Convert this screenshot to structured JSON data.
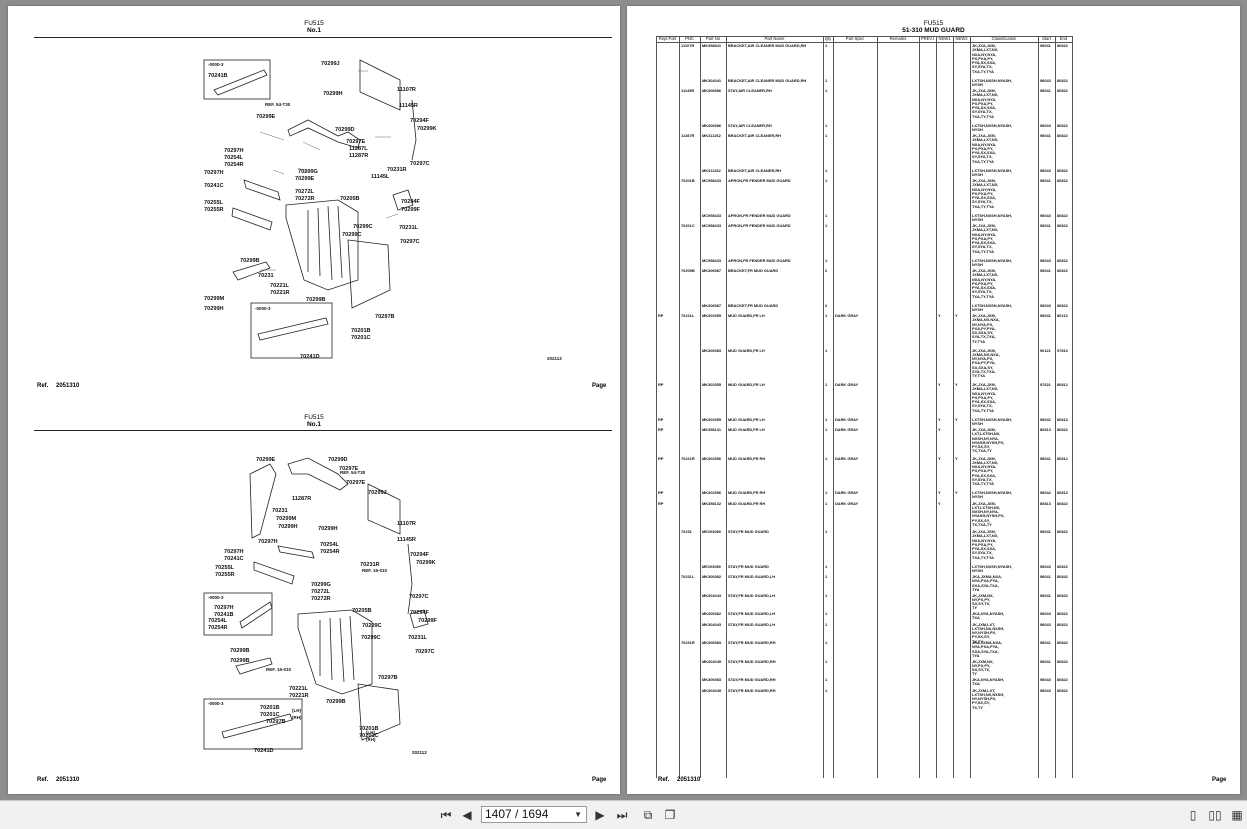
{
  "left_page": {
    "top_panel": {
      "model": "FU515",
      "sheet": "No.1",
      "footer_ref": "Ref.",
      "footer_code": "2051310",
      "footer_page": "Page",
      "inset_note": "-0000-3",
      "ref_note": "REF. 54-T30",
      "inset_note2": "-0000-3",
      "drawing_no": "202113",
      "labels": [
        "70299J",
        "70241B",
        "11107R",
        "70299H",
        "11145R",
        "70299E",
        "70299D",
        "70294F",
        "70299K",
        "70297E",
        "11287L",
        "11287R",
        "70297H",
        "70254L",
        "70254R",
        "70299G",
        "70297C",
        "70297H",
        "70299E",
        "11145L",
        "70231R",
        "70241C",
        "70272L",
        "70272R",
        "70205B",
        "70294F",
        "70299F",
        "70255L",
        "70255R",
        "70299C",
        "70299C",
        "70231L",
        "70297C",
        "70299B",
        "70231",
        "70221L",
        "70221R",
        "70299M",
        "70299B",
        "70299H",
        "70297B",
        "70201B",
        "70201C",
        "70241D"
      ]
    },
    "bottom_panel": {
      "model": "FU515",
      "sheet": "No.1",
      "footer_ref": "Ref.",
      "footer_code": "2051310",
      "footer_page": "Page",
      "ref_note_a": "REF. 54-T30",
      "ref_note_b": "REF. 15-010",
      "ref_note_c": "REF. 15-010",
      "inset_note": "-0000-3",
      "inset_note2": "-0000-3",
      "drawing_no": "202112",
      "labels": [
        "70299E",
        "70299D",
        "70297E",
        "70297E",
        "70299J",
        "11287R",
        "70231",
        "70299M",
        "70299H",
        "11107R",
        "70299H",
        "11145R",
        "70297H",
        "70254L",
        "70254R",
        "70297H",
        "70241C",
        "70231R",
        "70294F",
        "70299K",
        "70255L",
        "70255R",
        "70299G",
        "70272L",
        "70272R",
        "70297C",
        "70297H",
        "70241B",
        "70254L",
        "70254R",
        "70205B",
        "70294F",
        "70299F",
        "70299C",
        "70299C",
        "70231L",
        "70297C",
        "70299B",
        "70299B",
        "70297B",
        "70221L",
        "70221R",
        "70299B",
        "70201B",
        "70201C",
        "70297B",
        "70201B",
        "70201C",
        "70241D"
      ],
      "side_tags": [
        "(LH)",
        "(RH)",
        "(LH)",
        "(RH)"
      ]
    }
  },
  "right_page": {
    "model": "FU515",
    "title": "51-310 MUD GUARD",
    "footer_ref": "Ref.",
    "footer_code": "2051310",
    "footer_page": "Page",
    "columns": [
      "Repl Part",
      "PNC",
      "Part No",
      "Part Name",
      "Qty",
      "Part Spec",
      "Remarks",
      "PREV.I",
      "NEW1",
      "NEW2",
      "Classification",
      "Start",
      "End"
    ],
    "rows": [
      {
        "repl": "",
        "pnc": "11107R",
        "part_no": "MK358841",
        "name": "BRACKET,AIR CLEANER MUD GUARD,RH",
        "qty": "1",
        "spec": "",
        "prev": "",
        "new1": "",
        "new2": "",
        "cls": "JK,JXA,JXM,\nJXMA,LXT,NX,\nNXA,NY,NYA,\nPX,PXA,PY,\nPYA,SX,SXA,\nSY,SYA,TX,\nTXA,TY,TYA",
        "start": "98041",
        "end": "80822"
      },
      {
        "repl": "",
        "pnc": "",
        "part_no": "MK304041",
        "name": "BRACKET,AIR CLEANER MUD GUARD,RH",
        "qty": "1",
        "spec": "",
        "prev": "",
        "new1": "",
        "new2": "",
        "cls": "LXTSH,NXSH,NYASH,\nNYSH",
        "start": "98043",
        "end": "80822"
      },
      {
        "repl": "",
        "pnc": "11145R",
        "part_no": "MK306986",
        "name": "STAY,AIR CLEANER,RH",
        "qty": "1",
        "spec": "",
        "prev": "",
        "new1": "",
        "new2": "",
        "cls": "JK,JXA,JXM,\nJXMA,LXT,NX,\nNXA,NY,NYA,\nPX,PXA,PY,\nPYA,SX,SXA,\nSY,SYA,TX,\nTXA,TY,TYA",
        "start": "98041",
        "end": "80822"
      },
      {
        "repl": "",
        "pnc": "",
        "part_no": "MK306986",
        "name": "STAY,AIR CLEANER,RH",
        "qty": "1",
        "spec": "",
        "prev": "",
        "new1": "",
        "new2": "",
        "cls": "LXTSH,NXSH,NYASH,\nNYSH",
        "start": "98043",
        "end": "80822"
      },
      {
        "repl": "",
        "pnc": "11287R",
        "part_no": "MK311262",
        "name": "BRACKET,AIR CLEANER,RH",
        "qty": "1",
        "spec": "",
        "prev": "",
        "new1": "",
        "new2": "",
        "cls": "JK,JXA,JXM,\nJXMA,LXT,NX,\nNXA,NY,NYA,\nPX,PXA,PY,\nPYA,SX,SXA,\nSY,SYA,TX,\nTXA,TY,TYA",
        "start": "98041",
        "end": "80822"
      },
      {
        "repl": "",
        "pnc": "",
        "part_no": "MK311262",
        "name": "BRACKET,AIR CLEANER,RH",
        "qty": "1",
        "spec": "",
        "prev": "",
        "new1": "",
        "new2": "",
        "cls": "LXTSH,NXSH,NYASH,\nNYSH",
        "start": "98043",
        "end": "80822"
      },
      {
        "repl": "",
        "pnc": "70201B",
        "part_no": "MC958433",
        "name": "APRON,FR FENDER MUD GUARD",
        "qty": "1",
        "spec": "",
        "prev": "",
        "new1": "",
        "new2": "",
        "cls": "JK,JXA,JXM,\nJXMA,LXT,NX,\nNXA,NY,NYA,\nPX,PXA,PY,\nPYA,SX,SXA,\nSY,SYA,TX,\nTXA,TY,TYA",
        "start": "98041",
        "end": "80822"
      },
      {
        "repl": "",
        "pnc": "",
        "part_no": "MC958433",
        "name": "APRON,FR FENDER MUD GUARD",
        "qty": "1",
        "spec": "",
        "prev": "",
        "new1": "",
        "new2": "",
        "cls": "LXTSH,NXSH,NYASH,\nNYSH",
        "start": "98043",
        "end": "80822"
      },
      {
        "repl": "",
        "pnc": "70201C",
        "part_no": "MC958433",
        "name": "APRON,FR FENDER MUD GUARD",
        "qty": "1",
        "spec": "",
        "prev": "",
        "new1": "",
        "new2": "",
        "cls": "JK,JXA,JXM,\nJXMA,LXT,NX,\nNXA,NY,NYA,\nPX,PXA,PY,\nPYA,SX,SXA,\nSY,SYA,TX,\nTXA,TY,TYA",
        "start": "98041",
        "end": "80822"
      },
      {
        "repl": "",
        "pnc": "",
        "part_no": "MC958433",
        "name": "APRON,FR FENDER MUD GUARD",
        "qty": "1",
        "spec": "",
        "prev": "",
        "new1": "",
        "new2": "",
        "cls": "LXTSH,NXSH,NYASH,\nNYSH",
        "start": "98043",
        "end": "80822"
      },
      {
        "repl": "",
        "pnc": "70205B",
        "part_no": "MK306987",
        "name": "BRACKET,FR MUD GUARD",
        "qty": "2",
        "spec": "",
        "prev": "",
        "new1": "",
        "new2": "",
        "cls": "JK,JXA,JXM,\nJXMA,LXT,NX,\nNXA,NY,NYA,\nPX,PXA,PY,\nPYA,SX,SXA,\nSY,SYA,TX,\nTXA,TY,TYA",
        "start": "98041",
        "end": "80822"
      },
      {
        "repl": "",
        "pnc": "",
        "part_no": "MK306987",
        "name": "BRACKET,FR MUD GUARD",
        "qty": "2",
        "spec": "",
        "prev": "",
        "new1": "",
        "new2": "",
        "cls": "LXTSH,NXSH,NYASH,\nNYSH",
        "start": "98043",
        "end": "80822"
      },
      {
        "repl": "RP",
        "pnc": "70221L",
        "part_no": "MK302555",
        "name": "MUD GUARD,FR LH",
        "qty": "1",
        "spec": "DARK GRAY",
        "prev": "",
        "new1": "Y",
        "new2": "Y",
        "cls": "JK,JXA,JXM,\nJXMA,NX,NXA,\nNY,NYA,PX,\nPXA,PY,PYA,\nSX,SXA,SY,\nSYA,TX,TXA,\nTY,TYA",
        "start": "98041",
        "end": "80113"
      },
      {
        "repl": "",
        "pnc": "",
        "part_no": "MK306983",
        "name": "MUD GUARD,FR LH",
        "qty": "1",
        "spec": "",
        "prev": "",
        "new1": "",
        "new2": "",
        "cls": "JK,JXA,JXM,\nJXMA,NX,NXA,\nNY,NYA,PX,\nPXA,PY,PYA,\nSX,SXA,SY,\nSYA,TX,TXA,\nTY,TYA",
        "start": "96121",
        "end": "97813"
      },
      {
        "repl": "RP",
        "pnc": "",
        "part_no": "MK302555",
        "name": "MUD GUARD,FR LH",
        "qty": "1",
        "spec": "DARK GRAY",
        "prev": "",
        "new1": "Y",
        "new2": "Y",
        "cls": "JK,JXA,JXM,\nJXMA,LXT,NX,\nNXA,NY,NYA,\nPX,PXA,PY,\nPYA,SX,SXA,\nSY,SYA,TX,\nTXA,TY,TYA",
        "start": "97621",
        "end": "80812"
      },
      {
        "repl": "RP",
        "pnc": "",
        "part_no": "MK302555",
        "name": "MUD GUARD,FR LH",
        "qty": "1",
        "spec": "DARK GRAY",
        "prev": "",
        "new1": "Y",
        "new2": "Y",
        "cls": "LXTSH,NXSH,NYASH,\nNYSH",
        "start": "98042",
        "end": "80813"
      },
      {
        "repl": "RP",
        "pnc": "",
        "part_no": "MK358131",
        "name": "MUD GUARD,FR LH",
        "qty": "1",
        "spec": "DARK GRAY",
        "prev": "",
        "new1": "Y",
        "new2": "",
        "cls": "JK,JXA,JXM,\nLXT,LXTSH,NX,\nNXSH,NY,NYA,\nNYASH,NYSH,PX,\nPY,SX,SY,\nTX,TXA,TY",
        "start": "80813",
        "end": "80822"
      },
      {
        "repl": "RP",
        "pnc": "70221R",
        "part_no": "MK302556",
        "name": "MUD GUARD,FR RH",
        "qty": "1",
        "spec": "DARK GRAY",
        "prev": "",
        "new1": "Y",
        "new2": "Y",
        "cls": "JK,JXA,JXM,\nJXMA,LXT,NX,\nNXA,NY,NYA,\nPX,PXA,PY,\nPYA,SX,SXA,\nSY,SYA,TX,\nTXA,TY,TYA",
        "start": "98041",
        "end": "80812"
      },
      {
        "repl": "RP",
        "pnc": "",
        "part_no": "MK302556",
        "name": "MUD GUARD,FR RH",
        "qty": "1",
        "spec": "DARK GRAY",
        "prev": "",
        "new1": "Y",
        "new2": "Y",
        "cls": "LXTSH,NXSH,NYASH,\nNYSH",
        "start": "98042",
        "end": "80813"
      },
      {
        "repl": "RP",
        "pnc": "",
        "part_no": "MK358132",
        "name": "MUD GUARD,FR RH",
        "qty": "1",
        "spec": "DARK GRAY",
        "prev": "",
        "new1": "Y",
        "new2": "",
        "cls": "JK,JXA,JXM,\nLXT,LXTSH,NX,\nNXSH,NY,NYA,\nNYASH,NYSH,PX,\nPY,SX,SY,\nTX,TXA,TY",
        "start": "80813",
        "end": "80822"
      },
      {
        "repl": "",
        "pnc": "70231",
        "part_no": "ME203089",
        "name": "STAY,FR MUD GUARD",
        "qty": "1",
        "spec": "",
        "prev": "",
        "new1": "",
        "new2": "",
        "cls": "JK,JXA,JXM,\nJXMA,LXT,NX,\nNXA,NY,NYA,\nPX,PXA,PY,\nPYA,SX,SXA,\nSY,SYA,TX,\nTXA,TY,TYA",
        "start": "98041",
        "end": "80822"
      },
      {
        "repl": "",
        "pnc": "",
        "part_no": "ME203089",
        "name": "STAY,FR MUD GUARD",
        "qty": "1",
        "spec": "",
        "prev": "",
        "new1": "",
        "new2": "",
        "cls": "LXTSH,NXSH,NYASH,\nNYSH",
        "start": "98043",
        "end": "80822"
      },
      {
        "repl": "",
        "pnc": "70231L",
        "part_no": "MK306982",
        "name": "STAY,FR MUD GUARD,LH",
        "qty": "1",
        "spec": "",
        "prev": "",
        "new1": "",
        "new2": "",
        "cls": "JKA,JXMA,NXA,\nNYA,PXA,PYA,\nSXA,SYA,TXA,\nTYA",
        "start": "98041",
        "end": "80842"
      },
      {
        "repl": "",
        "pnc": "",
        "part_no": "MK304043",
        "name": "STAY,FR MUD GUARD,LH",
        "qty": "1",
        "spec": "",
        "prev": "",
        "new1": "",
        "new2": "",
        "cls": "JK,JXM,NX,\nNY,PX,PY,\nSX,SY,TX,\nTY",
        "start": "98041",
        "end": "80842"
      },
      {
        "repl": "",
        "pnc": "",
        "part_no": "MK306982",
        "name": "STAY,FR MUD GUARD,LH",
        "qty": "1",
        "spec": "",
        "prev": "",
        "new1": "",
        "new2": "",
        "cls": "JKA,NYA,NYASH,\nTXA",
        "start": "98043",
        "end": "80822"
      },
      {
        "repl": "",
        "pnc": "",
        "part_no": "MK304043",
        "name": "STAY,FR MUD GUARD,LH",
        "qty": "1",
        "spec": "",
        "prev": "",
        "new1": "",
        "new2": "",
        "cls": "JK,JXM,LXT,\nLXTSH,NX,NXSH,\nNY,NYSH,PX,\nPY,SX,SY,\nTX,TY",
        "start": "98043",
        "end": "80822"
      },
      {
        "repl": "",
        "pnc": "70231R",
        "part_no": "MK306983",
        "name": "STAY,FR MUD GUARD,RH",
        "qty": "1",
        "spec": "",
        "prev": "",
        "new1": "",
        "new2": "",
        "cls": "JKA,JXMA,NXA,\nNYA,PXA,PYA,\nSXA,SYA,TXA,\nTYA",
        "start": "98041",
        "end": "80842"
      },
      {
        "repl": "",
        "pnc": "",
        "part_no": "MK304049",
        "name": "STAY,FR MUD GUARD,RH",
        "qty": "1",
        "spec": "",
        "prev": "",
        "new1": "",
        "new2": "",
        "cls": "JK,JXM,NX,\nNY,PX,PY,\nSX,SY,TX,\nTY",
        "start": "98041",
        "end": "80842"
      },
      {
        "repl": "",
        "pnc": "",
        "part_no": "MK306983",
        "name": "STAY,FR MUD GUARD,RH",
        "qty": "1",
        "spec": "",
        "prev": "",
        "new1": "",
        "new2": "",
        "cls": "JKA,NYA,NYASH,\nTXA",
        "start": "98043",
        "end": "80822"
      },
      {
        "repl": "",
        "pnc": "",
        "part_no": "MK304049",
        "name": "STAY,FR MUD GUARD,RH",
        "qty": "1",
        "spec": "",
        "prev": "",
        "new1": "",
        "new2": "",
        "cls": "JK,JXM,LXT,\nLXTSH,NX,NXSH,\nNY,NYSH,PX,\nPY,SX,SY,\nTX,TY",
        "start": "98043",
        "end": "80822"
      }
    ]
  },
  "toolbar": {
    "first_page_icon": "first-page-icon",
    "prev_page_icon": "prev-page-icon",
    "page_value": "1407 / 1694",
    "next_page_icon": "next-page-icon",
    "last_page_icon": "last-page-icon",
    "back_icon": "back-icon",
    "forward_icon": "forward-icon",
    "single_page_icon": "single-page-icon",
    "two_page_icon": "two-page-icon",
    "grid_icon": "grid-view-icon"
  }
}
